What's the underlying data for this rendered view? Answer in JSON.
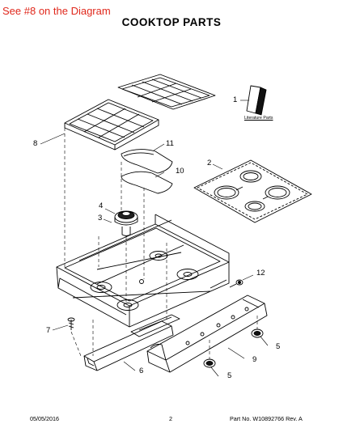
{
  "note": "See #8 on the Diagram",
  "title": "COOKTOP PARTS",
  "literature_label": "Literature Parts",
  "callouts": [
    "1",
    "2",
    "3",
    "4",
    "5",
    "5",
    "6",
    "7",
    "8",
    "9",
    "10",
    "11",
    "12"
  ],
  "footer": {
    "date": "05/05/2016",
    "page": "2",
    "part_no": "Part No. W10892766  Rev. A"
  },
  "colors": {
    "note": "#e0281c",
    "line": "#000000"
  }
}
